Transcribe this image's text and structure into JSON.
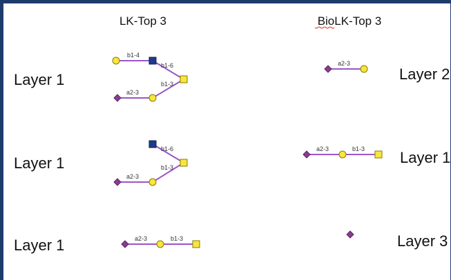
{
  "headers": {
    "left": "LK-Top 3",
    "right": "BioLK-Top 3"
  },
  "layer_labels": {
    "left_row1": "Layer 1",
    "left_row2": "Layer 1",
    "left_row3": "Layer 1",
    "right_row1": "Layer 2",
    "right_row2": "Layer 1",
    "right_row3": "Layer 3"
  },
  "linkages": {
    "b1_4": "b1-4",
    "b1_6": "b1-6",
    "b1_3": "b1-3",
    "a2_3": "a2-3"
  },
  "colors": {
    "border": "#1f3b6e",
    "bond": "#9a55c8",
    "yellow_fill": "#f7e63c",
    "yellow_stroke": "#8a7a00",
    "blue_fill": "#1f3a8a",
    "purple_fill": "#8a3d8f",
    "text": "#111111",
    "linkage_text": "#333333",
    "spell_underline": "#e03030"
  },
  "icons": {
    "yellow_circle": "galactose-circle-icon",
    "yellow_square": "galnac-square-icon",
    "blue_square": "glcnac-square-icon",
    "purple_diamond": "sialic-acid-diamond-icon"
  }
}
